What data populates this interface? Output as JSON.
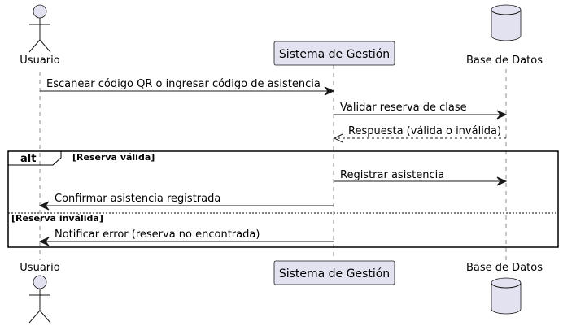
{
  "participants": {
    "usuario": {
      "label": "Usuario",
      "kind": "actor"
    },
    "sistema": {
      "label": "Sistema de Gestión",
      "kind": "participant"
    },
    "base": {
      "label": "Base de Datos",
      "kind": "database"
    }
  },
  "messages": [
    {
      "text": "Escanear código QR o ingresar código de asistencia",
      "from": "usuario",
      "to": "sistema",
      "style": "solid"
    },
    {
      "text": "Validar reserva de clase",
      "from": "sistema",
      "to": "base",
      "style": "solid"
    },
    {
      "text": "Respuesta (válida o inválida)",
      "from": "base",
      "to": "sistema",
      "style": "dashed"
    },
    {
      "text": "Registrar asistencia",
      "from": "sistema",
      "to": "base",
      "style": "solid"
    },
    {
      "text": "Confirmar asistencia registrada",
      "from": "sistema",
      "to": "usuario",
      "style": "solid"
    },
    {
      "text": "Notificar error (reserva no encontrada)",
      "from": "sistema",
      "to": "usuario",
      "style": "solid"
    }
  ],
  "fragment": {
    "operator": "alt",
    "guard_1": "[Reserva válida]",
    "guard_2": "[Reserva inválida]"
  },
  "colors": {
    "participant_fill": "#E2E2F0",
    "stroke": "#181818",
    "background": "#FFFFFF"
  }
}
